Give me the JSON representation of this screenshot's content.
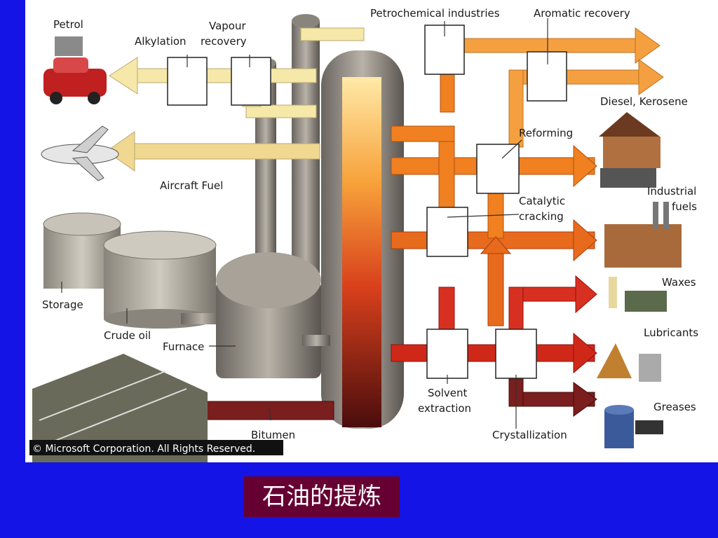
{
  "diagram": {
    "labels": {
      "petrol": "Petrol",
      "alkylation": "Alkylation",
      "vapour": "Vapour",
      "recovery": "recovery",
      "petrochemical": "Petrochemical industries",
      "aromatic": "Aromatic recovery",
      "diesel": "Diesel, Kerosene",
      "reforming": "Reforming",
      "aircraft_fuel": "Aircraft Fuel",
      "industrial": "Industrial",
      "fuels": "fuels",
      "catalytic": "Catalytic",
      "cracking": "cracking",
      "storage": "Storage",
      "crude_oil": "Crude oil",
      "furnace": "Furnace",
      "waxes": "Waxes",
      "lubricants": "Lubricants",
      "solvent": "Solvent",
      "extraction": "extraction",
      "greases": "Greases",
      "bitumen": "Bitumen",
      "crystallization": "Crystallization",
      "copyright": "© Microsoft Corporation. All Rights Reserved."
    }
  },
  "caption": "石油的提炼",
  "colors": {
    "background": "#1414e6",
    "caption_bg": "#660033",
    "arrow_cream": "#f5e8a8",
    "arrow_orange": "#f08020",
    "arrow_red": "#d83020",
    "arrow_darkred": "#7a1e1e"
  }
}
